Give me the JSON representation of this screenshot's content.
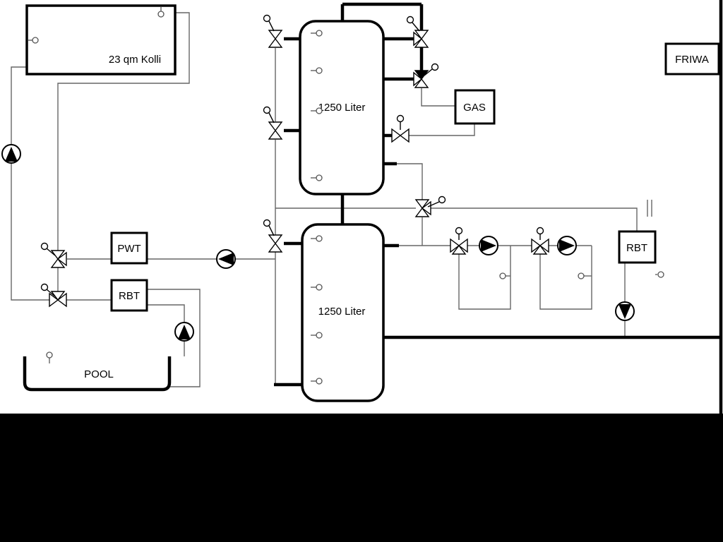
{
  "diagram": {
    "labels": {
      "collector": "23 qm Kolli",
      "tank_top": "1250 Liter",
      "tank_bottom": "1250 Liter",
      "pwt": "PWT",
      "rbt_pool": "RBT",
      "rbt_right": "RBT",
      "gas": "GAS",
      "friwa": "FRIWA",
      "pool": "POOL"
    },
    "colors": {
      "background": "#ffffff",
      "pipe_thick": "#000000",
      "pipe_thin": "#666666",
      "symbol_fill": "#ffffff",
      "bottom_band": "#000000"
    },
    "symbols": {
      "pumps": [
        {
          "name": "collector-pump-icon",
          "direction": "up"
        },
        {
          "name": "pwt-pump-icon",
          "direction": "left"
        },
        {
          "name": "pool-pump-icon",
          "direction": "up"
        },
        {
          "name": "heating-circuit-1-pump-icon",
          "direction": "right"
        },
        {
          "name": "heating-circuit-2-pump-icon",
          "direction": "right"
        },
        {
          "name": "rbt-pump-icon",
          "direction": "down"
        }
      ],
      "valves": [
        "solar-charge-valve-top",
        "solar-charge-valve-mid",
        "solar-charge-valve-bottom",
        "boiler-valve-top",
        "boiler-check-valve",
        "boiler-valve-mid",
        "distribution-valve",
        "heating-mixer-1",
        "heating-mixer-2",
        "pwt-mixer-valve",
        "pool-mixer-valve"
      ],
      "sensors": "small-circle-sensor-icons on tanks, collector, pool and circuits"
    }
  }
}
